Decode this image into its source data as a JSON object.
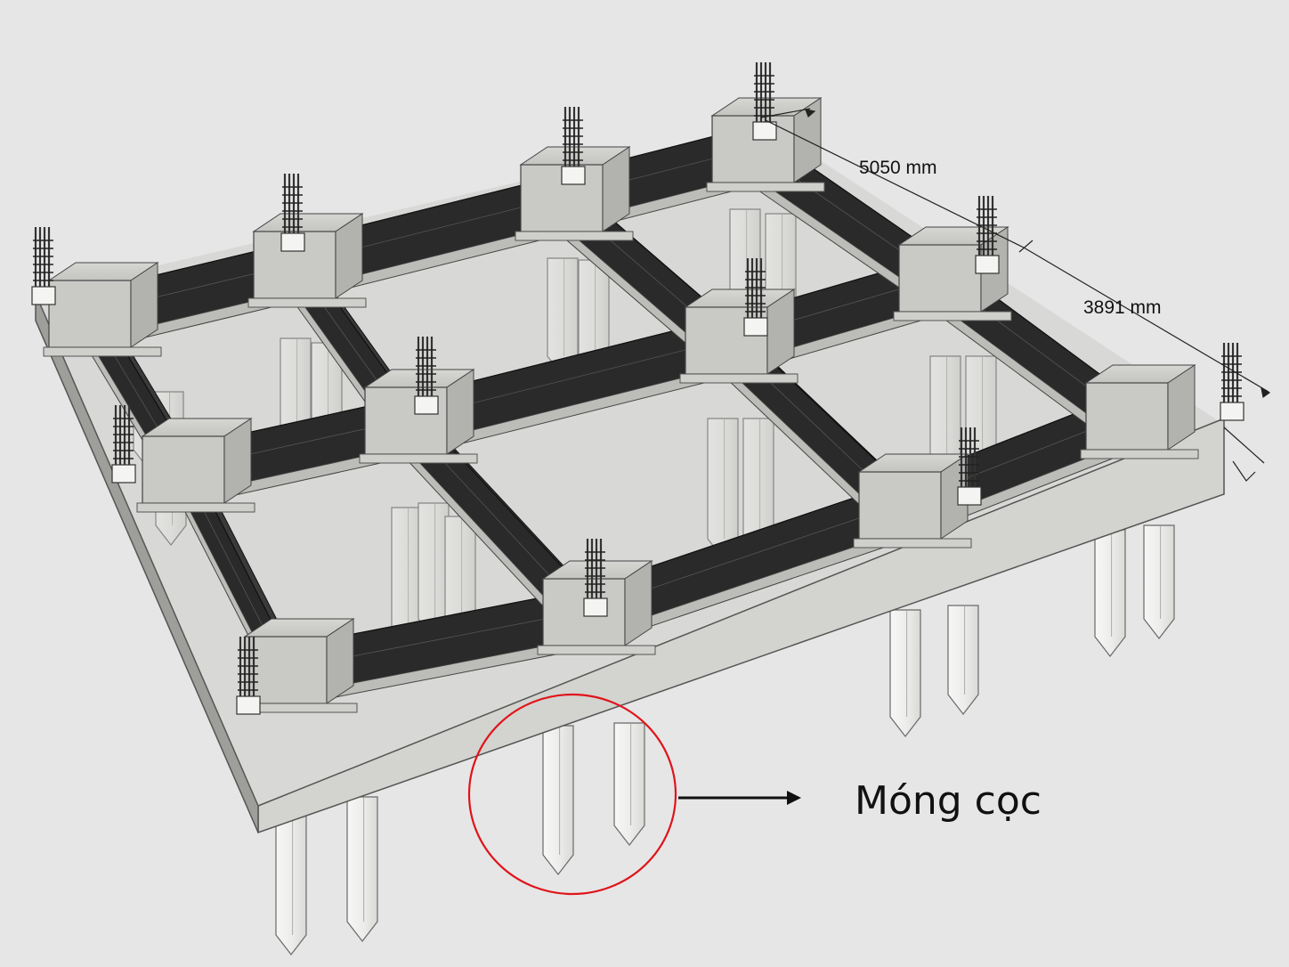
{
  "dimensions": {
    "top_span": "5050 mm",
    "right_span": "3891 mm"
  },
  "callout": {
    "label": "Móng cọc"
  },
  "colors": {
    "background": "#e6e6e6",
    "beam": "#2a2a2a",
    "pile_cap": "#c9c9c6",
    "pile": "#f2f2f0",
    "highlight_circle": "#e0141b"
  }
}
